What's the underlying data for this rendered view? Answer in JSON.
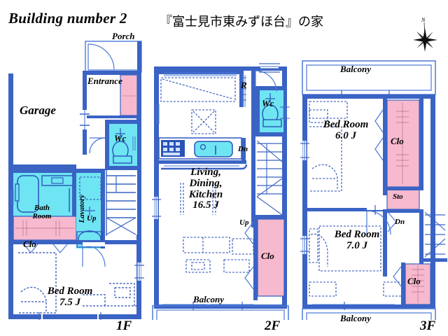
{
  "header": {
    "title": "Building number  2",
    "subtitle": "『富士見市東みずほ台』の家",
    "compass_north": "N"
  },
  "colors": {
    "wall": "#3a63c4",
    "wall_dark": "#2a52b8",
    "thin_line": "#4b79d8",
    "water_fixture": "#6fe4f2",
    "closet": "#f6b9cd",
    "closet_line": "#d98fae",
    "background": "#ffffff",
    "text": "#000000"
  },
  "floors": [
    {
      "id": "1F",
      "label": "1F",
      "rooms": [
        {
          "name": "porch",
          "label": "Porch",
          "lines": [
            "Porch"
          ]
        },
        {
          "name": "entrance",
          "label": "Entrance",
          "lines": [
            "Entrance"
          ]
        },
        {
          "name": "garage",
          "label": "Garage",
          "lines": [
            "Garage"
          ]
        },
        {
          "name": "wc",
          "label": "Wc",
          "lines": [
            "Wc"
          ]
        },
        {
          "name": "bath-room",
          "label": "Bath Room",
          "lines": [
            "Bath",
            "Room"
          ]
        },
        {
          "name": "lavatory",
          "label": "Lavatory",
          "lines": [
            "Lavatory"
          ]
        },
        {
          "name": "closet",
          "label": "Clo",
          "lines": [
            "Clo"
          ]
        },
        {
          "name": "bed-room",
          "label": "Bed Room 7.5 J",
          "lines": [
            "Bed Room",
            "7.5 J"
          ]
        },
        {
          "name": "stairs-up",
          "label": "Up",
          "lines": [
            "Up"
          ]
        }
      ]
    },
    {
      "id": "2F",
      "label": "2F",
      "rooms": [
        {
          "name": "refrigerator",
          "label": "R",
          "lines": [
            "R"
          ]
        },
        {
          "name": "wc",
          "label": "Wc",
          "lines": [
            "Wc"
          ]
        },
        {
          "name": "stairs-down",
          "label": "Dn",
          "lines": [
            "Dn"
          ]
        },
        {
          "name": "stairs-up",
          "label": "Up",
          "lines": [
            "Up"
          ]
        },
        {
          "name": "ldk",
          "label": "Living, Dining, Kitchen 16.5 J",
          "lines": [
            "Living,",
            "Dining,",
            "Kitchen",
            "16.5 J"
          ]
        },
        {
          "name": "closet",
          "label": "Clo",
          "lines": [
            "Clo"
          ]
        },
        {
          "name": "balcony",
          "label": "Balcony",
          "lines": [
            "Balcony"
          ]
        }
      ]
    },
    {
      "id": "3F",
      "label": "3F",
      "rooms": [
        {
          "name": "balcony-north",
          "label": "Balcony",
          "lines": [
            "Balcony"
          ]
        },
        {
          "name": "bed-room-6",
          "label": "Bed Room 6.0 J",
          "lines": [
            "Bed Room",
            "6.0 J"
          ]
        },
        {
          "name": "closet-north",
          "label": "Clo",
          "lines": [
            "Clo"
          ]
        },
        {
          "name": "storage",
          "label": "Sto",
          "lines": [
            "Sto"
          ]
        },
        {
          "name": "stairs-down",
          "label": "Dn",
          "lines": [
            "Dn"
          ]
        },
        {
          "name": "bed-room-7",
          "label": "Bed Room 7.0 J",
          "lines": [
            "Bed Room",
            "7.0 J"
          ]
        },
        {
          "name": "closet-south",
          "label": "Clo",
          "lines": [
            "Clo"
          ]
        },
        {
          "name": "balcony-south",
          "label": "Balcony",
          "lines": [
            "Balcony"
          ]
        }
      ]
    }
  ]
}
